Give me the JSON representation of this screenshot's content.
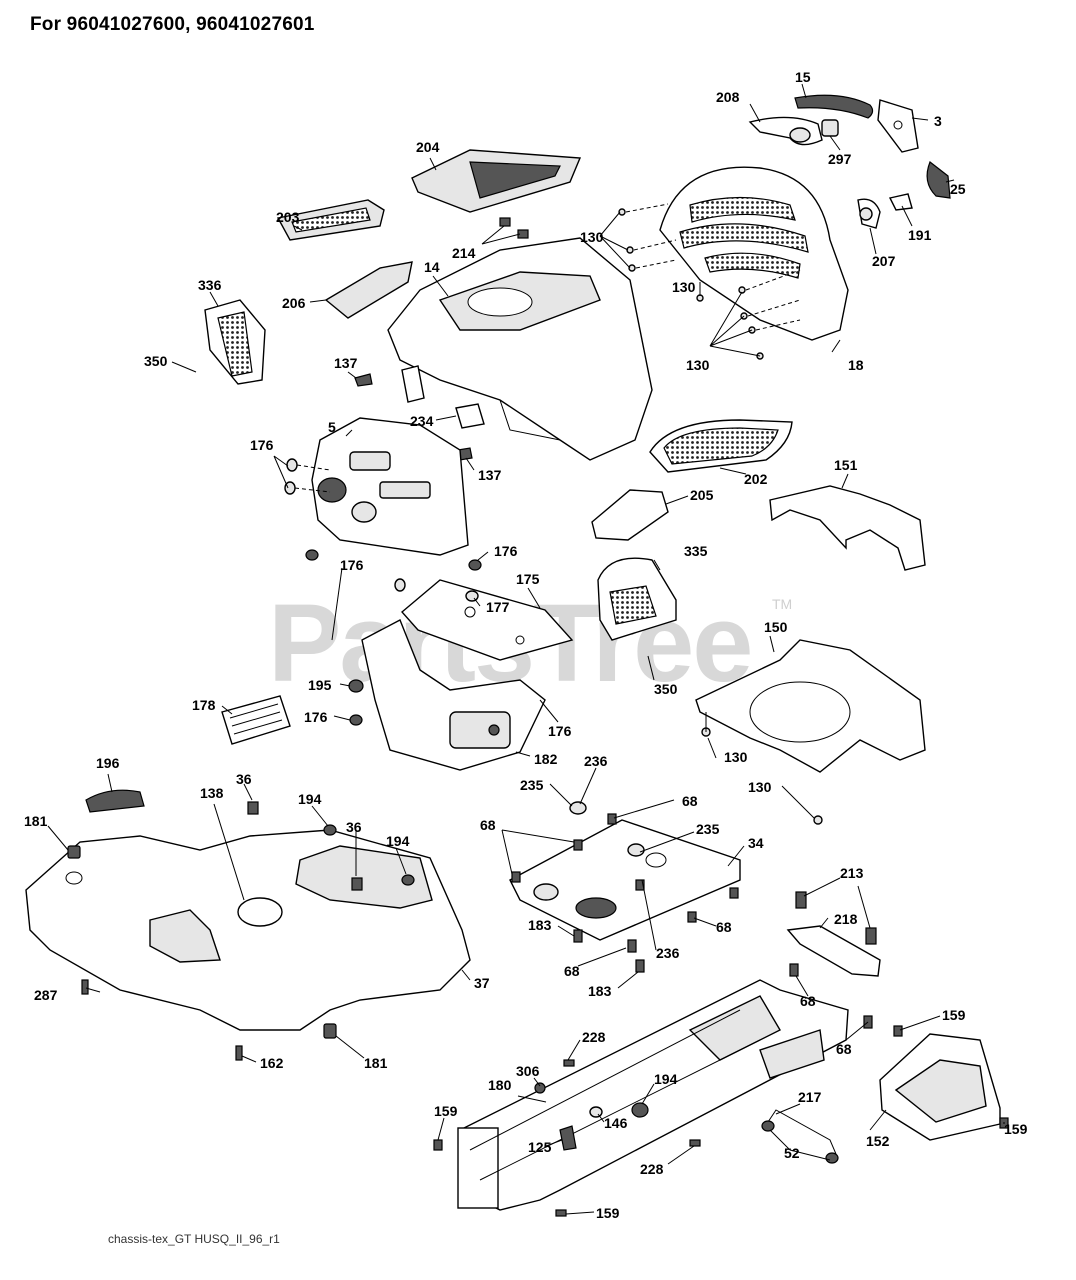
{
  "header": {
    "title": "For 96041027600, 96041027601"
  },
  "footer": {
    "code": "chassis-tex_GT HUSQ_II_96_r1"
  },
  "watermark": {
    "text": "PartsTree",
    "tm": "TM"
  },
  "labels": {
    "l15": "15",
    "l208": "208",
    "l3": "3",
    "l297": "297",
    "l204": "204",
    "l25": "25",
    "l191": "191",
    "l207": "207",
    "l203": "203",
    "l214": "214",
    "l14": "14",
    "l130a": "130",
    "l130b": "130",
    "l130c": "130",
    "l336": "336",
    "l206": "206",
    "l350a": "350",
    "l18": "18",
    "l137a": "137",
    "l234": "234",
    "l137b": "137",
    "l5": "5",
    "l176a": "176",
    "l202": "202",
    "l151": "151",
    "l205": "205",
    "l176b": "176",
    "l176c": "176",
    "l335": "335",
    "l175": "175",
    "l177": "177",
    "l150": "150",
    "l195": "195",
    "l350b": "350",
    "l178": "178",
    "l176d": "176",
    "l176e": "176",
    "l182": "182",
    "l130d": "130",
    "l130e": "130",
    "l196": "196",
    "l36a": "36",
    "l138": "138",
    "l194a": "194",
    "l36b": "36",
    "l194b": "194",
    "l181a": "181",
    "l236a": "236",
    "l235a": "235",
    "l68a": "68",
    "l68b": "68",
    "l235b": "235",
    "l34": "34",
    "l213": "213",
    "l218": "218",
    "l183a": "183",
    "l68c": "68",
    "l236b": "236",
    "l68d": "68",
    "l183b": "183",
    "l37": "37",
    "l287": "287",
    "l68e": "68",
    "l159a": "159",
    "l162": "162",
    "l181b": "181",
    "l228a": "228",
    "l68f": "68",
    "l306": "306",
    "l194c": "194",
    "l217": "217",
    "l180": "180",
    "l159b": "159",
    "l146": "146",
    "l125": "125",
    "l152": "152",
    "l159c": "159",
    "l52": "52",
    "l228b": "228",
    "l159d": "159"
  }
}
